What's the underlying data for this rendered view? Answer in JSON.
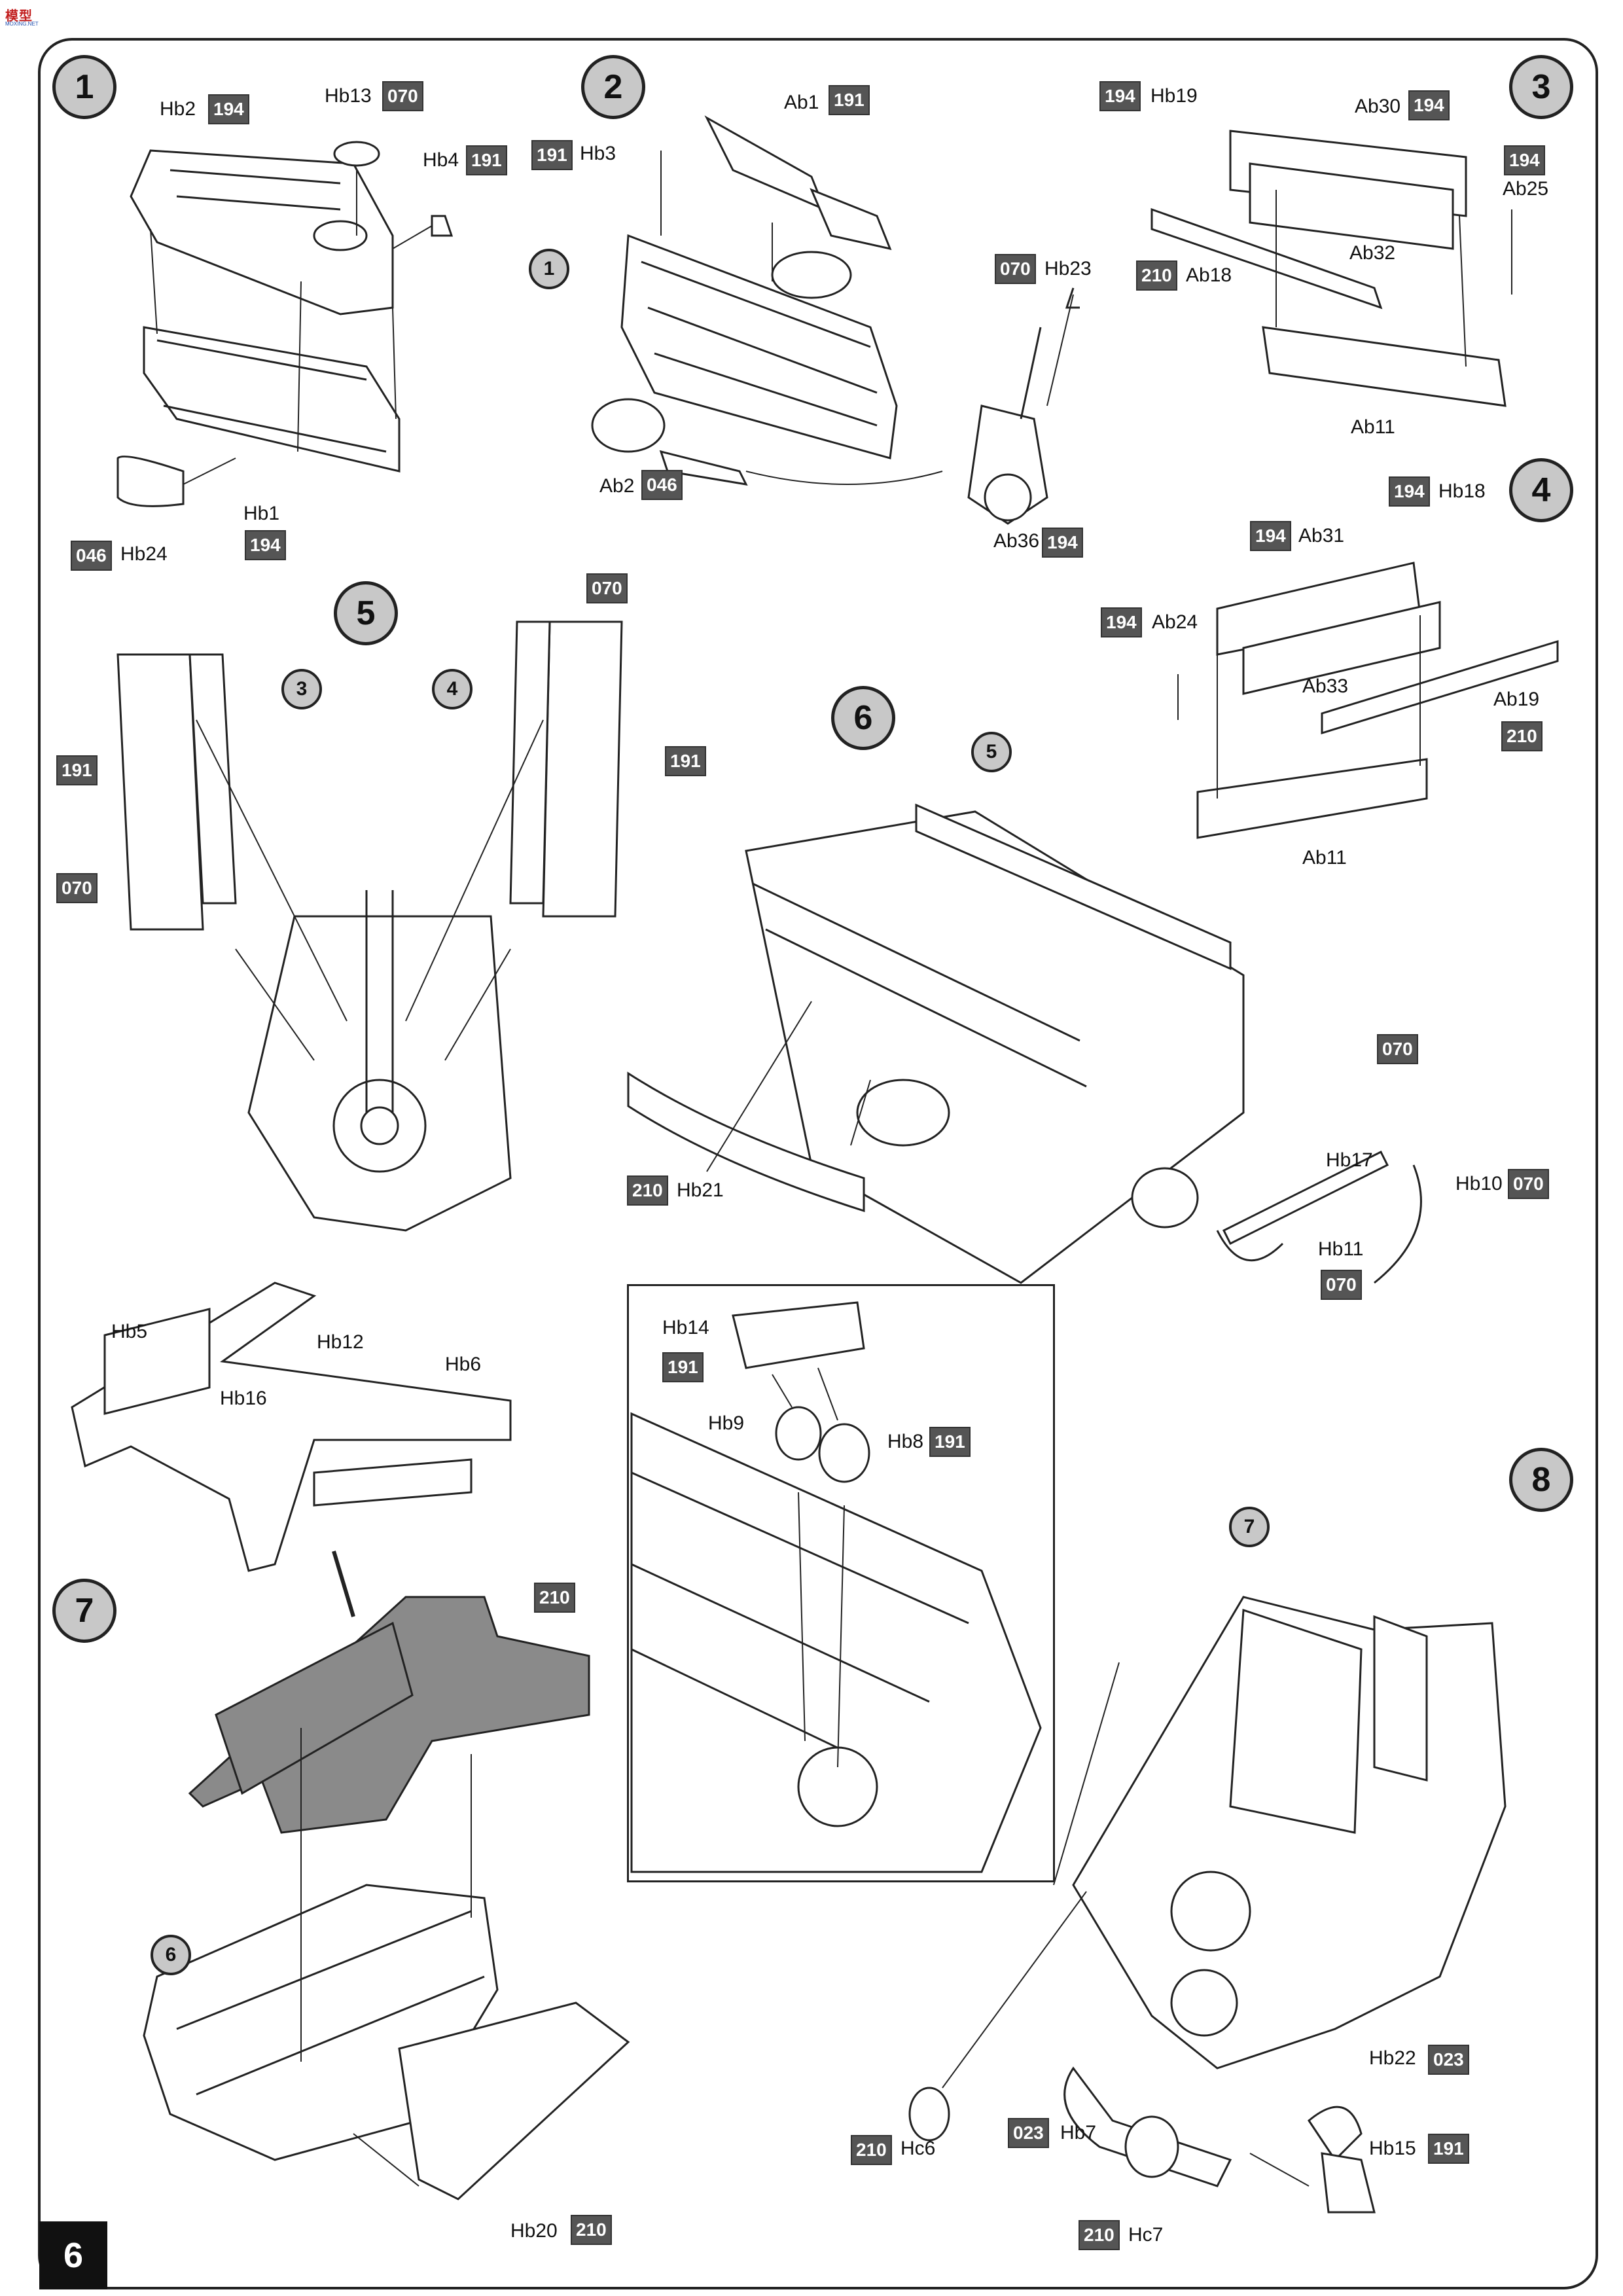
{
  "header": {
    "logo_text": "模型",
    "logo_sub": "MOXING.NET"
  },
  "page_number": "6",
  "steps": [
    "1",
    "2",
    "3",
    "4",
    "5",
    "6",
    "7",
    "8"
  ],
  "subassemblies": [
    "1",
    "3",
    "4",
    "5",
    "7",
    "6"
  ],
  "parts": {
    "hb2": "Hb2",
    "hb13": "Hb13",
    "hb4": "Hb4",
    "hb1": "Hb1",
    "hb24": "Hb24",
    "ab1": "Ab1",
    "hb3": "Hb3",
    "hb23": "Hb23",
    "ab2": "Ab2",
    "ab36": "Ab36",
    "hb19": "Hb19",
    "ab30": "Ab30",
    "ab25": "Ab25",
    "ab18": "Ab18",
    "ab32": "Ab32",
    "ab11a": "Ab11",
    "hb18": "Hb18",
    "ab31": "Ab31",
    "ab24": "Ab24",
    "ab33": "Ab33",
    "ab19": "Ab19",
    "ab11b": "Ab11",
    "hb21": "Hb21",
    "hb17": "Hb17",
    "hb10": "Hb10",
    "hb11": "Hb11",
    "hb5": "Hb5",
    "hb12": "Hb12",
    "hb6": "Hb6",
    "hb16": "Hb16",
    "hb20": "Hb20",
    "hb14": "Hb14",
    "hb9": "Hb9",
    "hb8": "Hb8",
    "hc6": "Hc6",
    "hb7": "Hb7",
    "hc7": "Hc7",
    "hb22": "Hb22",
    "hb15": "Hb15"
  },
  "codes": {
    "c_hb2": "194",
    "c_hb13": "070",
    "c_hb4": "191",
    "c_hb1": "194",
    "c_hb24": "046",
    "c_ab1": "191",
    "c_hb3": "191",
    "c_hb23": "070",
    "c_ab2": "046",
    "c_ab36": "194",
    "c_hb19": "194",
    "c_ab30": "194",
    "c_ab25": "194",
    "c_ab18": "210",
    "c_hb18": "194",
    "c_ab31": "194",
    "c_ab24": "194",
    "c_ab19": "210",
    "c_s5_top": "070",
    "c_s5_left": "191",
    "c_s5_left2": "070",
    "c_s5_right": "191",
    "c_hb21": "210",
    "c_hb17": "070",
    "c_hb10": "070",
    "c_hb11": "070",
    "c_s7": "210",
    "c_hb20": "210",
    "c_hb14": "191",
    "c_hb8": "191",
    "c_hc6": "210",
    "c_hb7": "023",
    "c_hc7": "210",
    "c_hb22": "023",
    "c_hb15": "191"
  },
  "colors": {
    "code_bg": "#555555",
    "step_bg": "#c8c8c8",
    "frame_part": "#8a8a8a"
  }
}
